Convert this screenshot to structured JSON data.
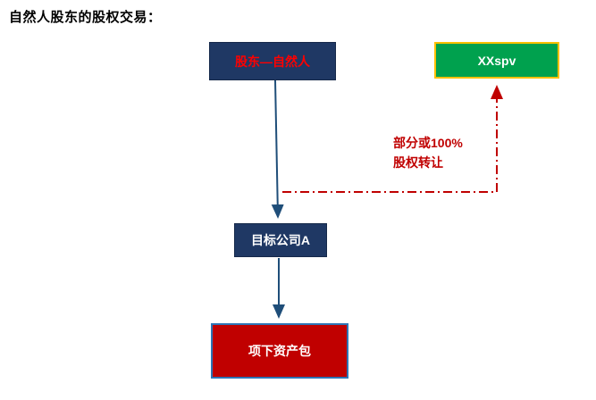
{
  "title": "自然人股东的股权交易：",
  "boxes": {
    "shareholder": {
      "label": "股东—自然人"
    },
    "spv": {
      "label": "XXspv"
    },
    "target_company": {
      "label": "目标公司A"
    },
    "asset_package": {
      "label": "项下资产包"
    }
  },
  "annotations": {
    "transfer_line1": "部分或100%",
    "transfer_line2": "股权转让"
  },
  "colors": {
    "navy_box": "#1f3864",
    "green_box": "#00a14e",
    "gold_border": "#ffc000",
    "red_box": "#c00000",
    "asset_border_blue": "#2e74b5",
    "arrow_blue": "#1f4e79",
    "dashdot_red": "#c00000",
    "shareholder_text_red": "#ff0000"
  }
}
